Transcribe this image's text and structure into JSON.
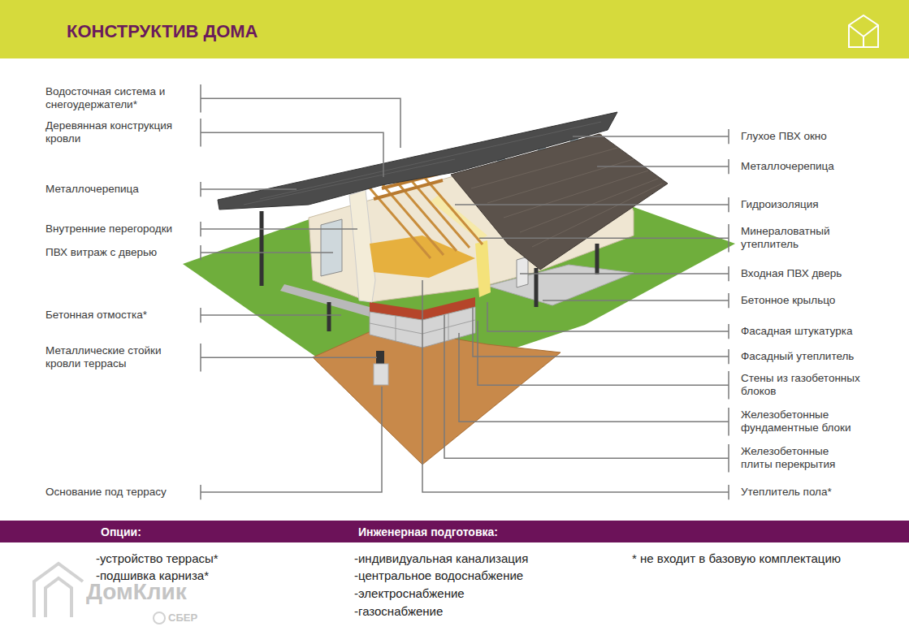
{
  "diagram": {
    "title": "КОНСТРУКТИВ ДОМА",
    "nodes": [
      {
        "text": [
          "Опции:",
          "Инженерная подготовка:"
        ]
      }
    ],
    "labels": [
      "Водосточная система и снегоудержатели*",
      "Деревянная конструкция кровли",
      "Металлочерепица",
      "Внутренние перегородки",
      "ПВХ витраж с дверью",
      "Бетонная отмостка*",
      "Металлические стойки кровли террасы",
      "Основание под террасу",
      "Глухое ПВХ окно",
      "Металлочерепица",
      "Гидроизоляция",
      "Минераловатный утеплитель",
      "Входная ПВХ дверь",
      "Бетонное крыльцо",
      "Фасадная штукатурка",
      "Фасадный утеплитель",
      "Стены из газобетонных блоков",
      "Железобетонные фундаментные блоки",
      "Железобетонные плиты перекрытия",
      "Утеплитель пола*",
      "-устройство террасы*",
      "-подшивка карниза*",
      "-индивидуальная канализация",
      "-центральное водоснабжение",
      "-электроснабжение",
      "-газоснабжение",
      "* не входит в базовую комплектацию",
      "ДомКлик",
      "СБЕР"
    ]
  }
}
